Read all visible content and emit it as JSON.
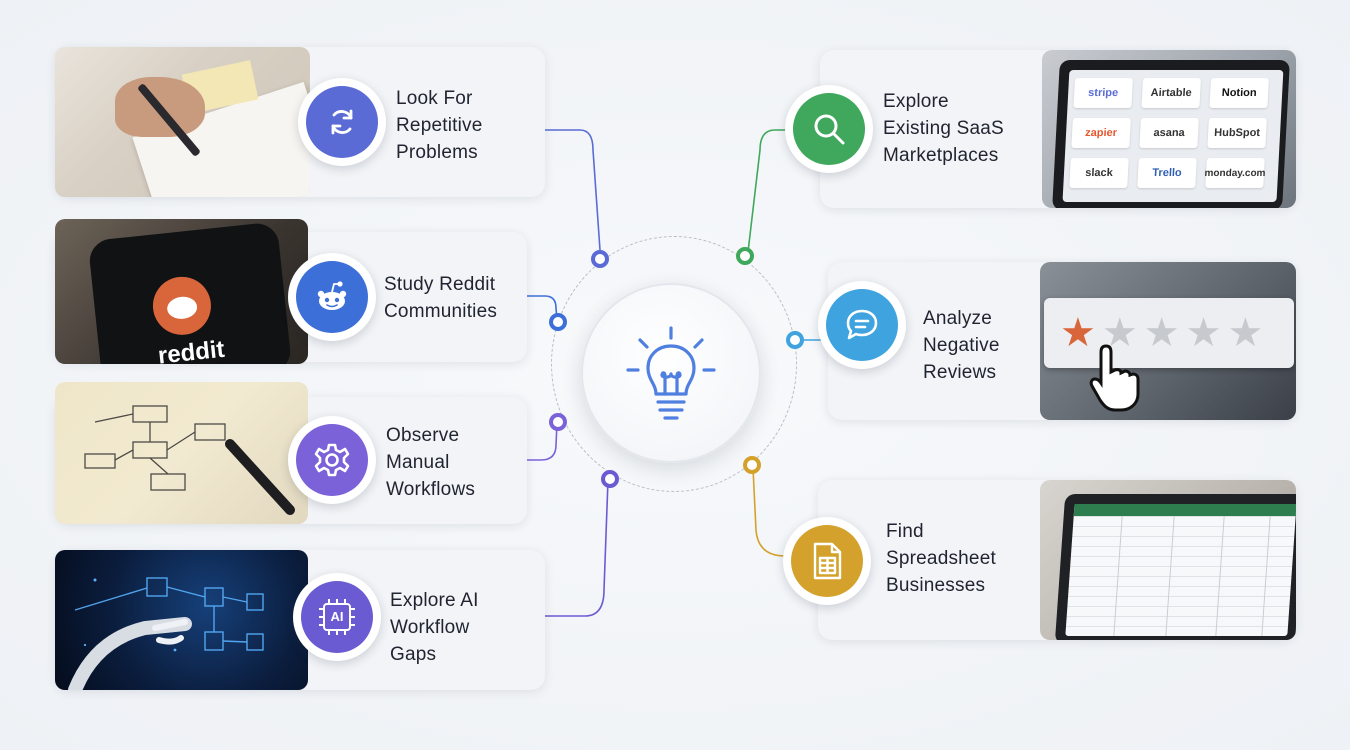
{
  "colors": {
    "blue": "#5a6bd6",
    "reddit_blue": "#3d6fd8",
    "purple": "#7b62d8",
    "indigo": "#6a5bd2",
    "green": "#3fa85c",
    "sky": "#3fa3df",
    "gold": "#d4a22c",
    "hub_icon": "#4f7fe0"
  },
  "hub": {
    "icon": "lightbulb-icon"
  },
  "items": [
    {
      "id": "repetitive",
      "label": "Look For\nRepetitive\nProblems",
      "icon": "refresh-icon",
      "photo": "notebook-writing-photo"
    },
    {
      "id": "reddit",
      "label": "Study Reddit\nCommunities",
      "icon": "reddit-icon",
      "photo": "reddit-phone-photo",
      "photo_text": "reddit"
    },
    {
      "id": "workflows",
      "label": "Observe\nManual\nWorkflows",
      "icon": "gear-icon",
      "photo": "flowchart-sketch-photo"
    },
    {
      "id": "ai",
      "label": "Explore AI\nWorkflow\nGaps",
      "icon": "ai-chip-icon",
      "icon_text": "AI",
      "photo": "robot-hand-photo"
    },
    {
      "id": "saas",
      "label": "Explore\nExisting SaaS\nMarketplaces",
      "icon": "search-icon",
      "photo": "saas-logos-laptop-photo",
      "logos": [
        "stripe",
        "Airtable",
        "Notion",
        "zapier",
        "asana",
        "HubSpot",
        "slack",
        "Trello",
        "monday.com"
      ]
    },
    {
      "id": "reviews",
      "label": "Analyze\nNegative\nReviews",
      "icon": "chat-bubble-icon",
      "photo": "star-rating-photo",
      "rating": 1,
      "rating_max": 5
    },
    {
      "id": "spreadsheet",
      "label": "Find\nSpreadsheet\nBusinesses",
      "icon": "spreadsheet-icon",
      "photo": "spreadsheet-laptop-photo"
    }
  ]
}
